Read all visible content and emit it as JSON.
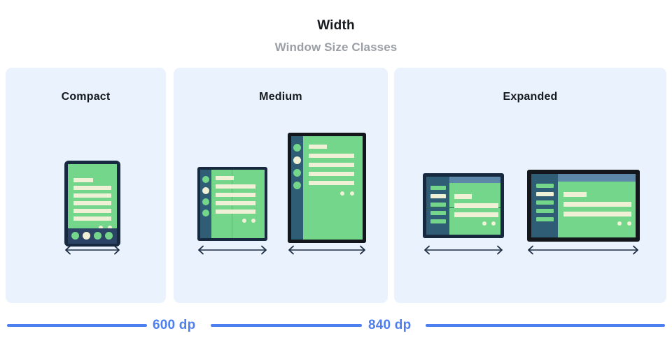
{
  "header": {
    "title": "Width",
    "subtitle": "Window Size Classes"
  },
  "panels": [
    {
      "id": "compact",
      "title": "Compact"
    },
    {
      "id": "medium",
      "title": "Medium"
    },
    {
      "id": "expanded",
      "title": "Expanded"
    }
  ],
  "devices": {
    "compact_phone": {
      "name": "phone-portrait",
      "nav_items": 4,
      "active_index": 1,
      "content_lines": 6,
      "overflow_dots": 2
    },
    "medium_foldable": {
      "name": "foldable-portrait-unfolded",
      "rail_items": 4,
      "active_index": 1,
      "content_lines": 5,
      "overflow_dots": 2,
      "fold": "vertical"
    },
    "medium_tablet": {
      "name": "tablet-portrait",
      "rail_items": 4,
      "active_index": 1,
      "content_lines": 5,
      "overflow_dots": 2
    },
    "expanded_foldable": {
      "name": "foldable-landscape-unfolded",
      "rail_items": 5,
      "active_index": 1,
      "content_lines": 3,
      "overflow_dots": 2,
      "fold": "horizontal"
    },
    "expanded_tablet": {
      "name": "tablet-landscape",
      "rail_items": 5,
      "active_index": 1,
      "content_lines": 3,
      "overflow_dots": 2
    }
  },
  "arrows": {
    "label": "width-measure-arrow",
    "count": 5
  },
  "legend": {
    "breakpoints": [
      {
        "label": "600 dp",
        "value": 600
      },
      {
        "label": "840 dp",
        "value": 840
      }
    ]
  },
  "colors": {
    "page_background": "#ffffff",
    "panel_background": "#eaf2fd",
    "title_text": "#16191d",
    "subtitle_text": "#9aa0a6",
    "accent_blue": "#4c7ff0",
    "device_bezel_navy": "#17293f",
    "device_bezel_black": "#13171c",
    "screen_green": "#74d68a",
    "content_cream": "#eff0d6",
    "rail_slate": "#2f5d75",
    "topbar_blue": "#5d87a8",
    "nav_navy": "#2b4465",
    "arrow_navy": "#1b2c42"
  }
}
